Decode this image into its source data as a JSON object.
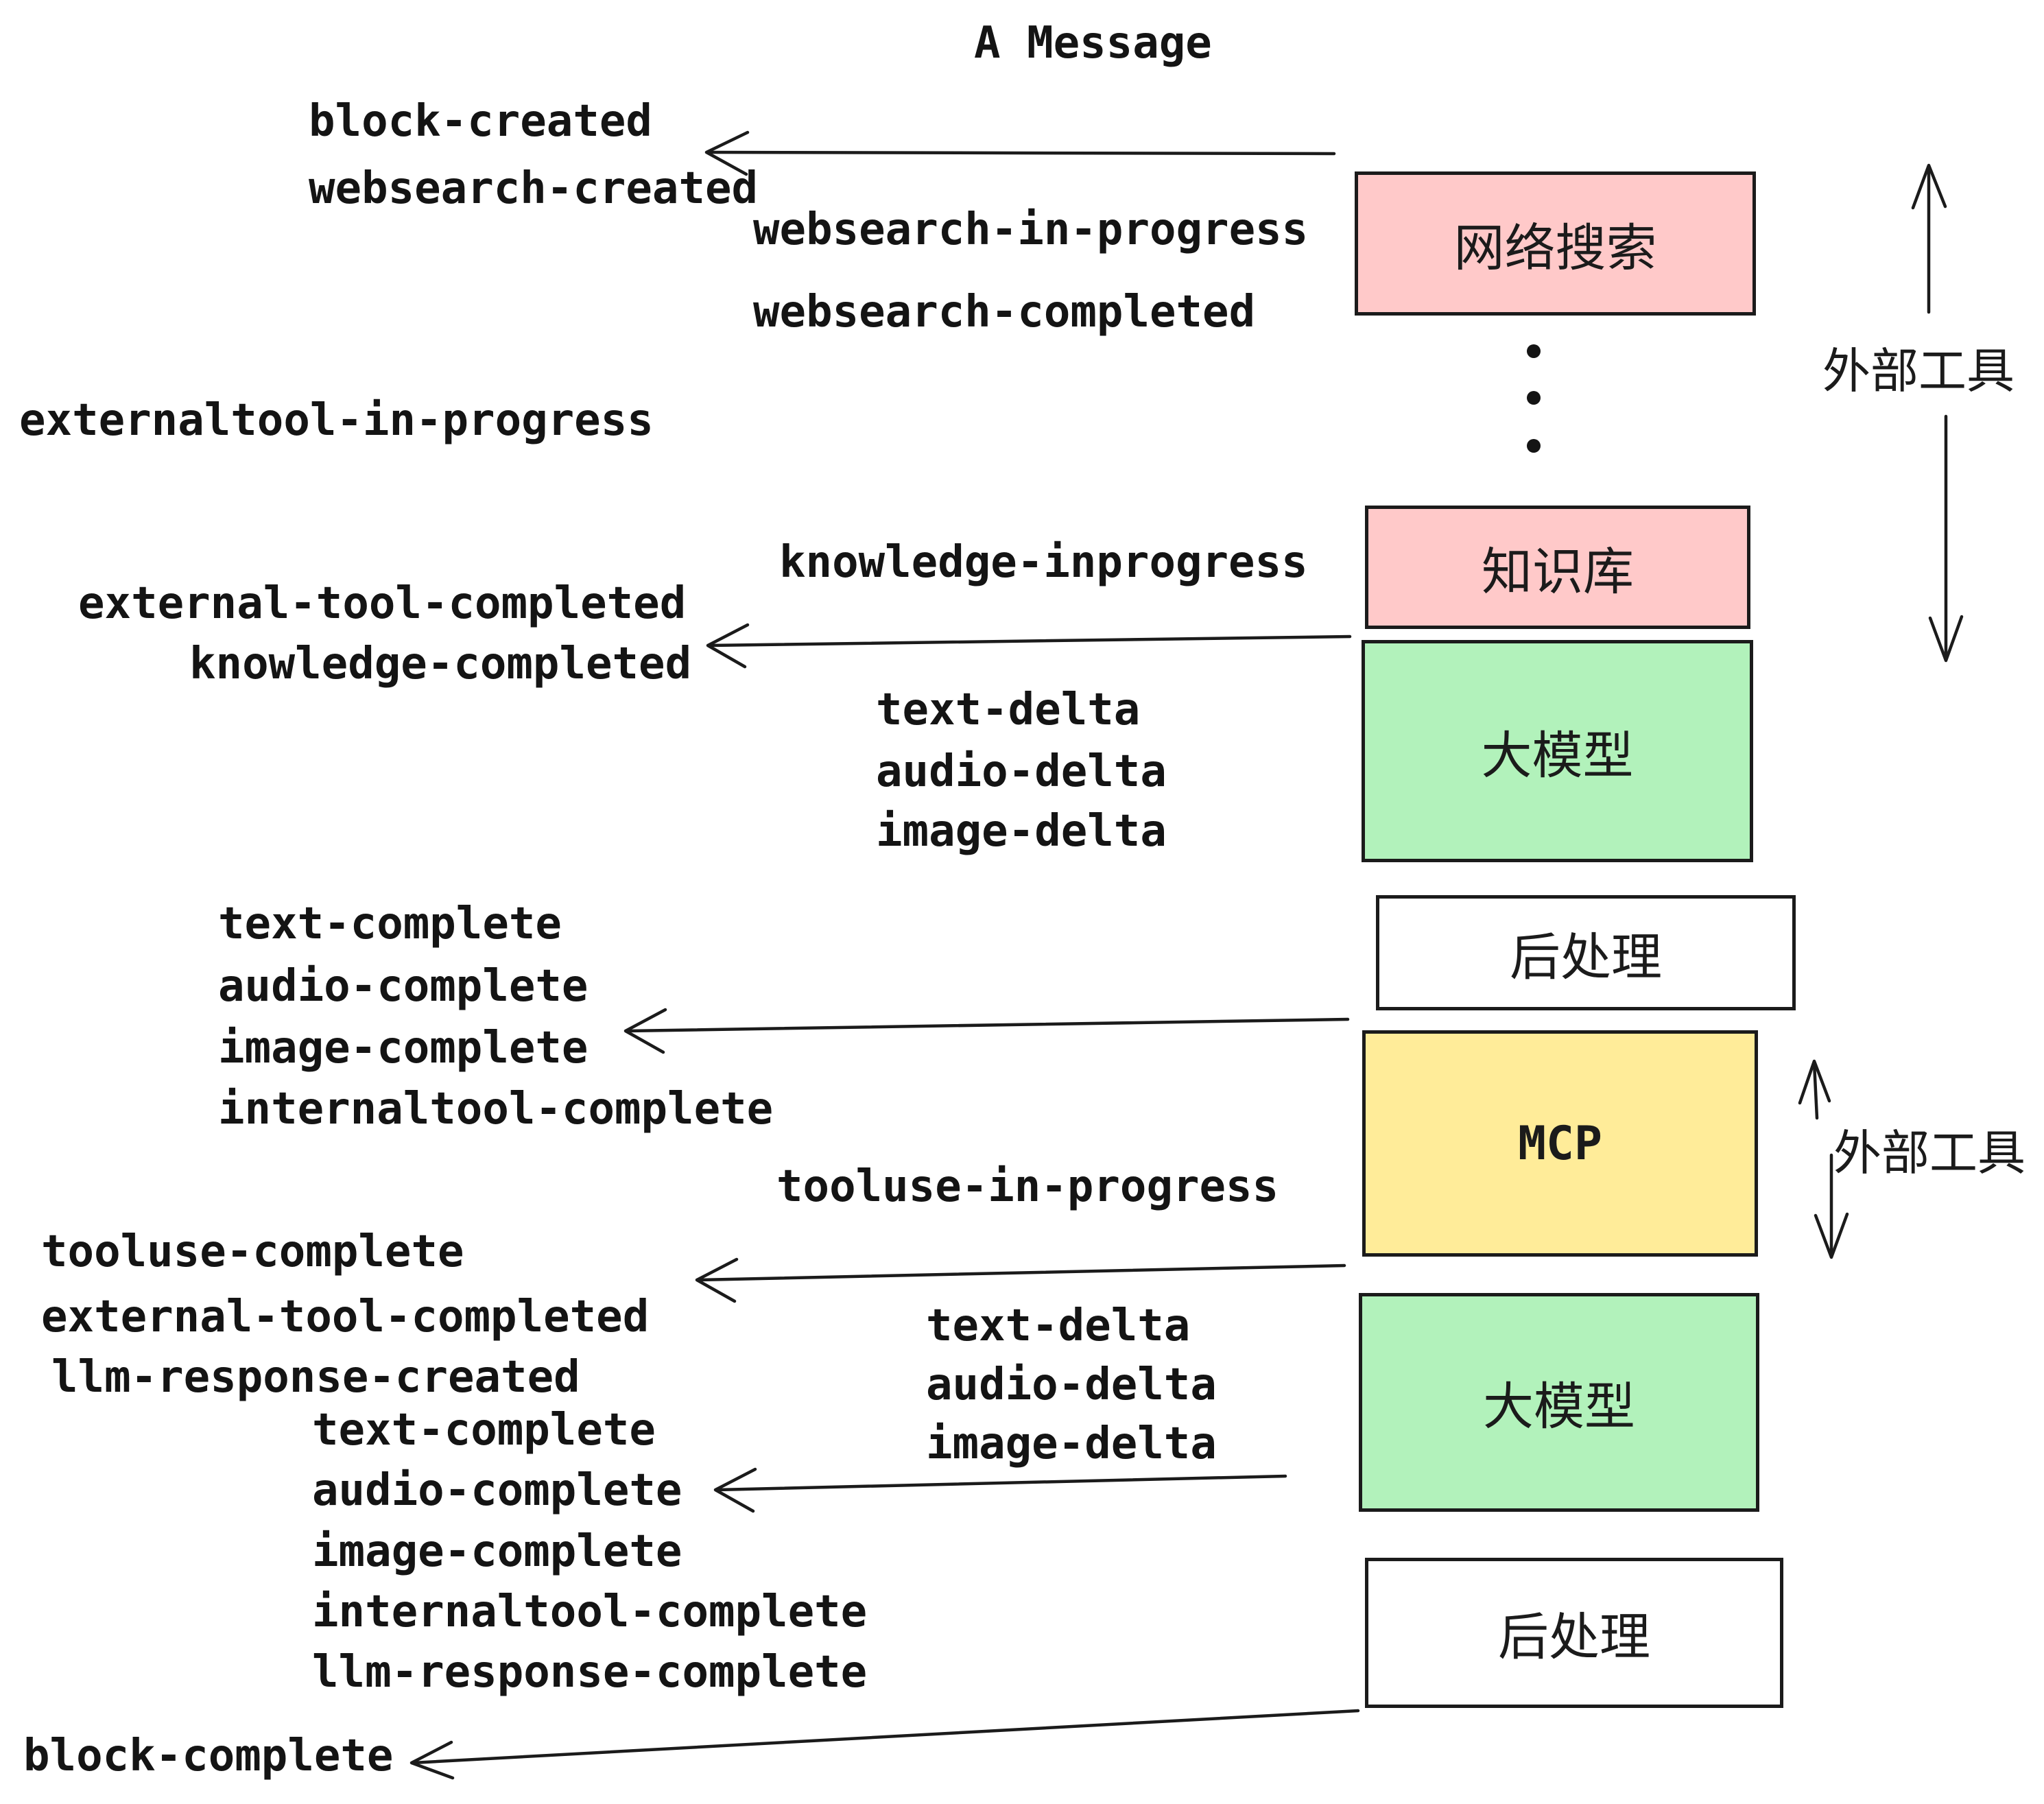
{
  "title": "A Message",
  "palette": {
    "pink": "#ffc9c9",
    "green": "#b2f2bb",
    "yellow": "#ffec99",
    "white": "#ffffff",
    "ink": "#1b1b1b"
  },
  "events": [
    {
      "text": "block-created"
    },
    {
      "text": "websearch-created"
    },
    {
      "text": "websearch-in-progress"
    },
    {
      "text": "websearch-completed"
    },
    {
      "text": "externaltool-in-progress"
    },
    {
      "text": "knowledge-inprogress"
    },
    {
      "text": "external-tool-completed"
    },
    {
      "text": "knowledge-completed"
    },
    {
      "text": "text-delta"
    },
    {
      "text": "audio-delta"
    },
    {
      "text": "image-delta"
    },
    {
      "text": "text-complete"
    },
    {
      "text": "audio-complete"
    },
    {
      "text": "image-complete"
    },
    {
      "text": "internaltool-complete"
    },
    {
      "text": "tooluse-in-progress"
    },
    {
      "text": "tooluse-complete"
    },
    {
      "text": "external-tool-completed"
    },
    {
      "text": "llm-response-created"
    },
    {
      "text": "text-delta"
    },
    {
      "text": "audio-delta"
    },
    {
      "text": "image-delta"
    },
    {
      "text": "text-complete"
    },
    {
      "text": "audio-complete"
    },
    {
      "text": "image-complete"
    },
    {
      "text": "internaltool-complete"
    },
    {
      "text": "llm-response-complete"
    },
    {
      "text": "block-complete"
    }
  ],
  "boxes": [
    {
      "label": "网络搜索",
      "color": "#ffc9c9"
    },
    {
      "label": "知识库",
      "color": "#ffc9c9"
    },
    {
      "label": "大模型",
      "color": "#b2f2bb"
    },
    {
      "label": "后处理",
      "color": "#ffffff"
    },
    {
      "label": "MCP",
      "color": "#ffec99"
    },
    {
      "label": "大模型",
      "color": "#b2f2bb"
    },
    {
      "label": "后处理",
      "color": "#ffffff"
    }
  ],
  "side_labels": [
    {
      "text": "外部工具"
    },
    {
      "text": "外部工具"
    }
  ]
}
